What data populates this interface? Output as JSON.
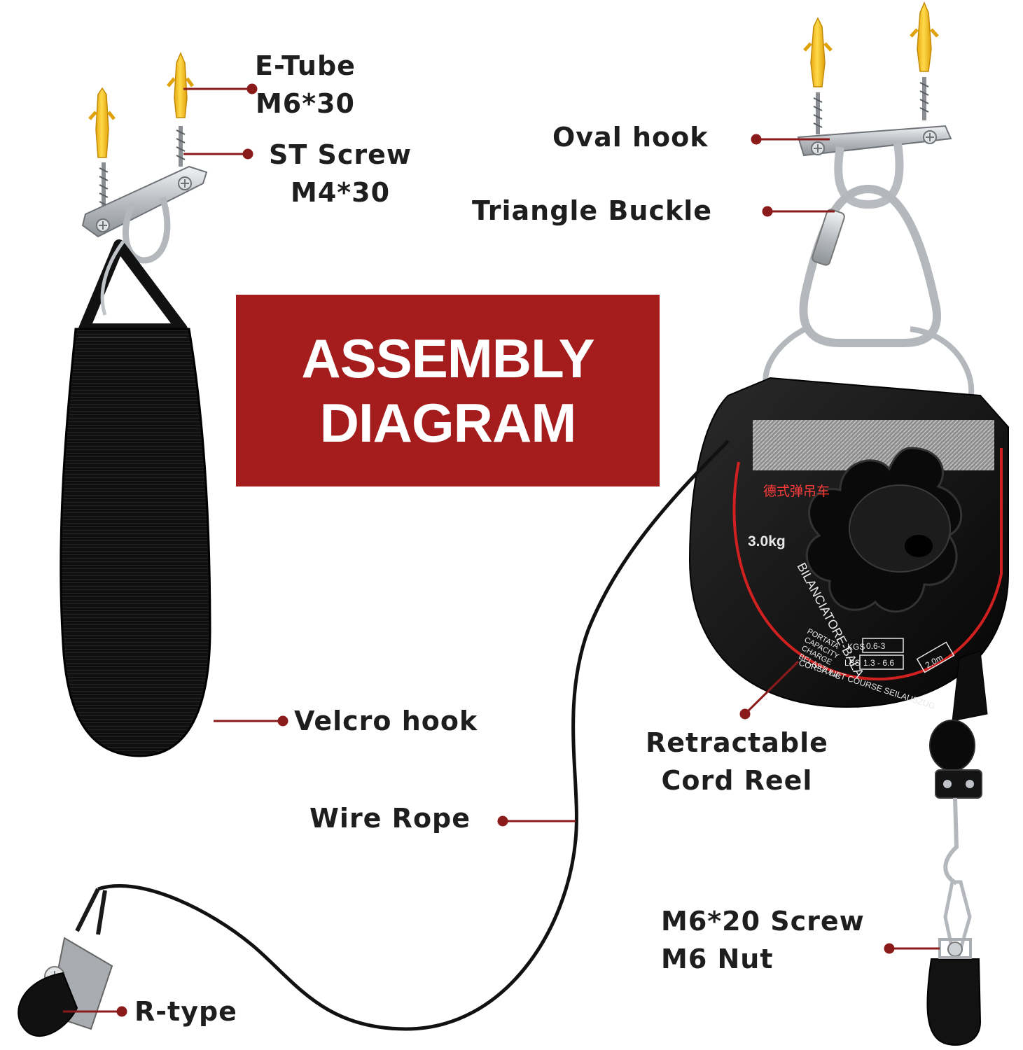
{
  "banner": {
    "line1": "ASSEMBLY",
    "line2": "DIAGRAM"
  },
  "labels": {
    "etube": [
      "E-Tube",
      "M6*30"
    ],
    "st_screw": [
      "ST Screw",
      "M4*30"
    ],
    "oval_hook": "Oval hook",
    "triangle_buckle": "Triangle Buckle",
    "velcro_hook": "Velcro hook",
    "retractable_reel": [
      "Retractable",
      "Cord Reel"
    ],
    "wire_rope": "Wire Rope",
    "m6_screw": [
      "M6*20 Screw",
      "M6 Nut"
    ],
    "r_type": "R-type"
  },
  "reel_text": {
    "brand": "德式弹吊车",
    "capacity": "3.0kg",
    "model": "BILANCIATORE-BALA",
    "kgs_label": "KGS",
    "kgs_value": "0.6-3",
    "lbs_label": "LBS",
    "lbs_value": "1.3 - 6.6",
    "stroke": "2.0m",
    "spec_lines": [
      "PORTATA",
      "CAPACITY",
      "CHARGE",
      "BELASTUNG"
    ],
    "course_line": "CORSA  LIFT  COURSE  SEILAUSZUG"
  },
  "colors": {
    "accent": "#a51c1c",
    "leader": "#8b1a1a",
    "anchor": "#f2c01e",
    "steel": "#c9ccd0",
    "reel_body": "#141414"
  },
  "icons": [
    "wall-anchor-icon",
    "screw-icon",
    "mounting-plate-icon",
    "carabiner-icon",
    "strap-icon",
    "reel-icon",
    "r-clamp-icon",
    "wire-rope-icon"
  ]
}
